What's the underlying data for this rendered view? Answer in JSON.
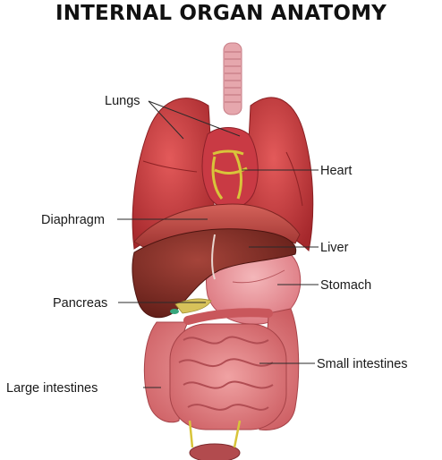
{
  "title": "INTERNAL ORGAN ANATOMY",
  "labels": {
    "lungs": "Lungs",
    "heart": "Heart",
    "diaphragm": "Diaphragm",
    "liver": "Liver",
    "stomach": "Stomach",
    "pancreas": "Pancreas",
    "small_intestines": "Small intestines",
    "large_intestines": "Large intestines"
  },
  "colors": {
    "lung": "#c8363a",
    "heart": "#c93a44",
    "heart_vessels": "#d8c43a",
    "diaphragm": "#c24a42",
    "liver": "#7e2b22",
    "stomach": "#e58f95",
    "intestine": "#dd7b7e",
    "trachea": "#e6a7ad"
  }
}
